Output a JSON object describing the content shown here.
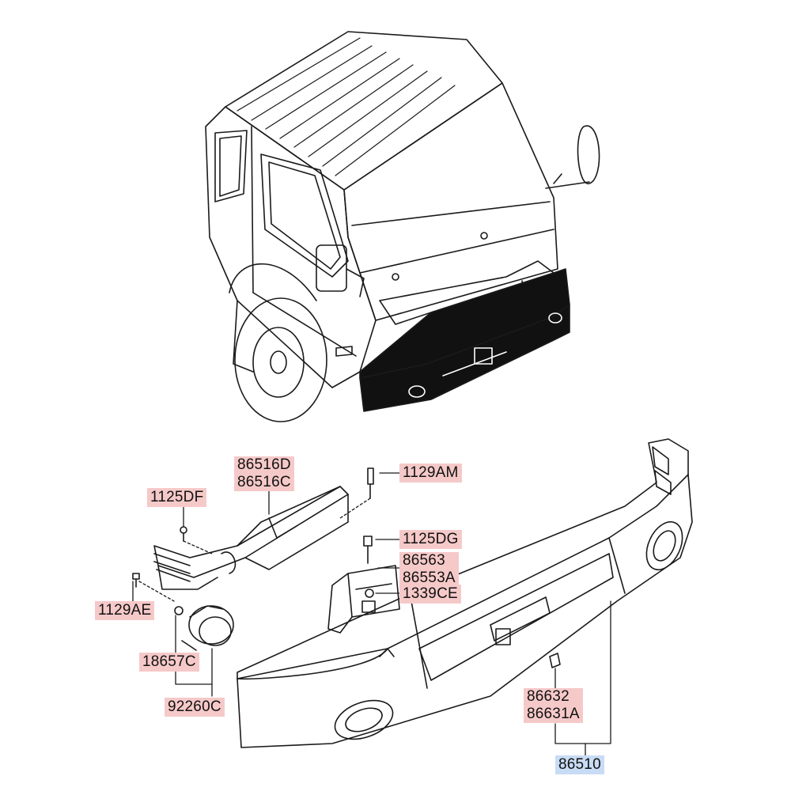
{
  "colors": {
    "part_label_bg": "#f6c9c9",
    "assembly_label_bg": "#c9dcf5",
    "line": "#1a1a1a"
  },
  "labels": {
    "p86516D": "86516D",
    "p86516C": "86516C",
    "p1129AM": "1129AM",
    "p1125DF": "1125DF",
    "p1125DG": "1125DG",
    "p86563": "86563",
    "p86553A": "86553A",
    "p1339CE": "1339CE",
    "p1129AE": "1129AE",
    "p18657C": "18657C",
    "p92260C": "92260C",
    "p86632": "86632",
    "p86631A": "86631A",
    "p86510": "86510"
  }
}
